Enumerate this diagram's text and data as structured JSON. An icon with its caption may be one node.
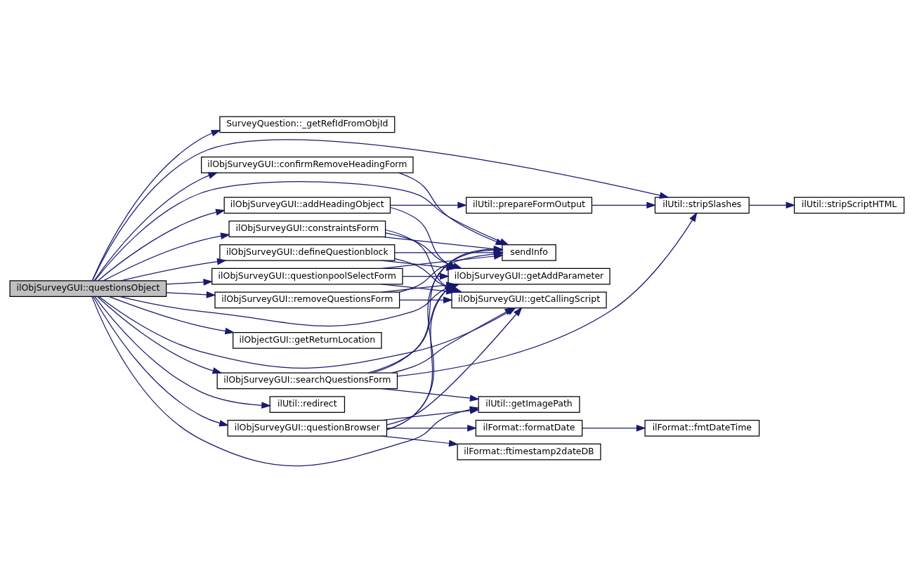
{
  "diagram": {
    "nodes": [
      {
        "text": [
          "ilObjSurveyGUI::questionsObject"
        ]
      },
      {
        "text": [
          "SurveyQuestion::_getRefIdFromObjId"
        ]
      },
      {
        "text": [
          "ilObjSurveyGUI::confirmRemoveHeadingForm"
        ]
      },
      {
        "text": [
          "ilObjSurveyGUI::addHeadingObject"
        ]
      },
      {
        "text": [
          "ilObjSurveyGUI::constraintsForm"
        ]
      },
      {
        "text": [
          "ilObjSurveyGUI::defineQuestionblock"
        ]
      },
      {
        "text": [
          "ilObjSurveyGUI::questionpoolSelectForm"
        ]
      },
      {
        "text": [
          "ilObjSurveyGUI::removeQuestionsForm"
        ]
      },
      {
        "text": [
          "ilObjectGUI::getReturnLocation"
        ]
      },
      {
        "text": [
          "ilObjSurveyGUI::searchQuestionsForm"
        ]
      },
      {
        "text": [
          "ilUtil::redirect"
        ]
      },
      {
        "text": [
          "ilObjSurveyGUI::questionBrowser"
        ]
      },
      {
        "text": [
          "ilUtil::prepareFormOutput"
        ]
      },
      {
        "text": [
          "sendInfo"
        ]
      },
      {
        "text": [
          "ilObjSurveyGUI::getAddParameter"
        ]
      },
      {
        "text": [
          "ilObjSurveyGUI::getCallingScript"
        ]
      },
      {
        "text": [
          "ilFormat::ftimestamp2dateDB"
        ]
      },
      {
        "text": [
          "ilUtil::getImagePath"
        ]
      },
      {
        "text": [
          "ilFormat::formatDate"
        ]
      },
      {
        "text": [
          "ilUtil::stripSlashes"
        ]
      },
      {
        "text": [
          "ilUtil::stripScriptHTML"
        ]
      },
      {
        "text": [
          "ilFormat::fmtDateTime"
        ]
      }
    ],
    "edges": [
      {
        "from": 0,
        "to": 1,
        "arrow": "to"
      },
      {
        "from": 0,
        "to": 19,
        "arrow": "to"
      },
      {
        "from": 0,
        "to": 2,
        "arrow": "to"
      },
      {
        "from": 0,
        "to": 13,
        "arrow": "to"
      },
      {
        "from": 0,
        "to": 3,
        "arrow": "to"
      },
      {
        "from": 0,
        "to": 4,
        "arrow": "to"
      },
      {
        "from": 0,
        "to": 5,
        "arrow": "to"
      },
      {
        "from": 0,
        "to": 6,
        "arrow": "to"
      },
      {
        "from": 0,
        "to": 7,
        "arrow": "to"
      },
      {
        "from": 0,
        "to": 14,
        "arrow": "to"
      },
      {
        "from": 0,
        "to": 8,
        "arrow": "to"
      },
      {
        "from": 0,
        "to": 15,
        "arrow": "to"
      },
      {
        "from": 0,
        "to": 9,
        "arrow": "to"
      },
      {
        "from": 0,
        "to": 10,
        "arrow": "to"
      },
      {
        "from": 0,
        "to": 11,
        "arrow": "to"
      },
      {
        "from": 0,
        "to": 17,
        "arrow": "to"
      },
      {
        "from": 2,
        "to": 13,
        "arrow": "to"
      },
      {
        "from": 3,
        "to": 12,
        "arrow": "to"
      },
      {
        "from": 3,
        "to": 14,
        "arrow": "to"
      },
      {
        "from": 4,
        "to": 13,
        "arrow": "to"
      },
      {
        "from": 4,
        "to": 14,
        "arrow": "to"
      },
      {
        "from": 4,
        "to": 15,
        "arrow": "to"
      },
      {
        "from": 5,
        "to": 13,
        "arrow": "to"
      },
      {
        "from": 5,
        "to": 14,
        "arrow": "to"
      },
      {
        "from": 5,
        "to": 15,
        "arrow": "to"
      },
      {
        "from": 6,
        "to": 13,
        "arrow": "to"
      },
      {
        "from": 6,
        "to": 14,
        "arrow": "to"
      },
      {
        "from": 6,
        "to": 15,
        "arrow": "to"
      },
      {
        "from": 7,
        "to": 13,
        "arrow": "to"
      },
      {
        "from": 7,
        "to": 14,
        "arrow": "to"
      },
      {
        "from": 7,
        "to": 15,
        "arrow": "to"
      },
      {
        "from": 9,
        "to": 13,
        "arrow": "to"
      },
      {
        "from": 9,
        "to": 14,
        "arrow": "to"
      },
      {
        "from": 9,
        "to": 15,
        "arrow": "to"
      },
      {
        "from": 9,
        "to": 19,
        "arrow": "to"
      },
      {
        "from": 9,
        "to": 17,
        "arrow": "to"
      },
      {
        "from": 11,
        "to": 13,
        "arrow": "to"
      },
      {
        "from": 11,
        "to": 14,
        "arrow": "to"
      },
      {
        "from": 11,
        "to": 15,
        "arrow": "to"
      },
      {
        "from": 11,
        "to": 16,
        "arrow": "to"
      },
      {
        "from": 11,
        "to": 17,
        "arrow": "to"
      },
      {
        "from": 11,
        "to": 18,
        "arrow": "to"
      },
      {
        "from": 12,
        "to": 19,
        "arrow": "to"
      },
      {
        "from": 19,
        "to": 20,
        "arrow": "to"
      },
      {
        "from": 18,
        "to": 21,
        "arrow": "to"
      }
    ]
  }
}
